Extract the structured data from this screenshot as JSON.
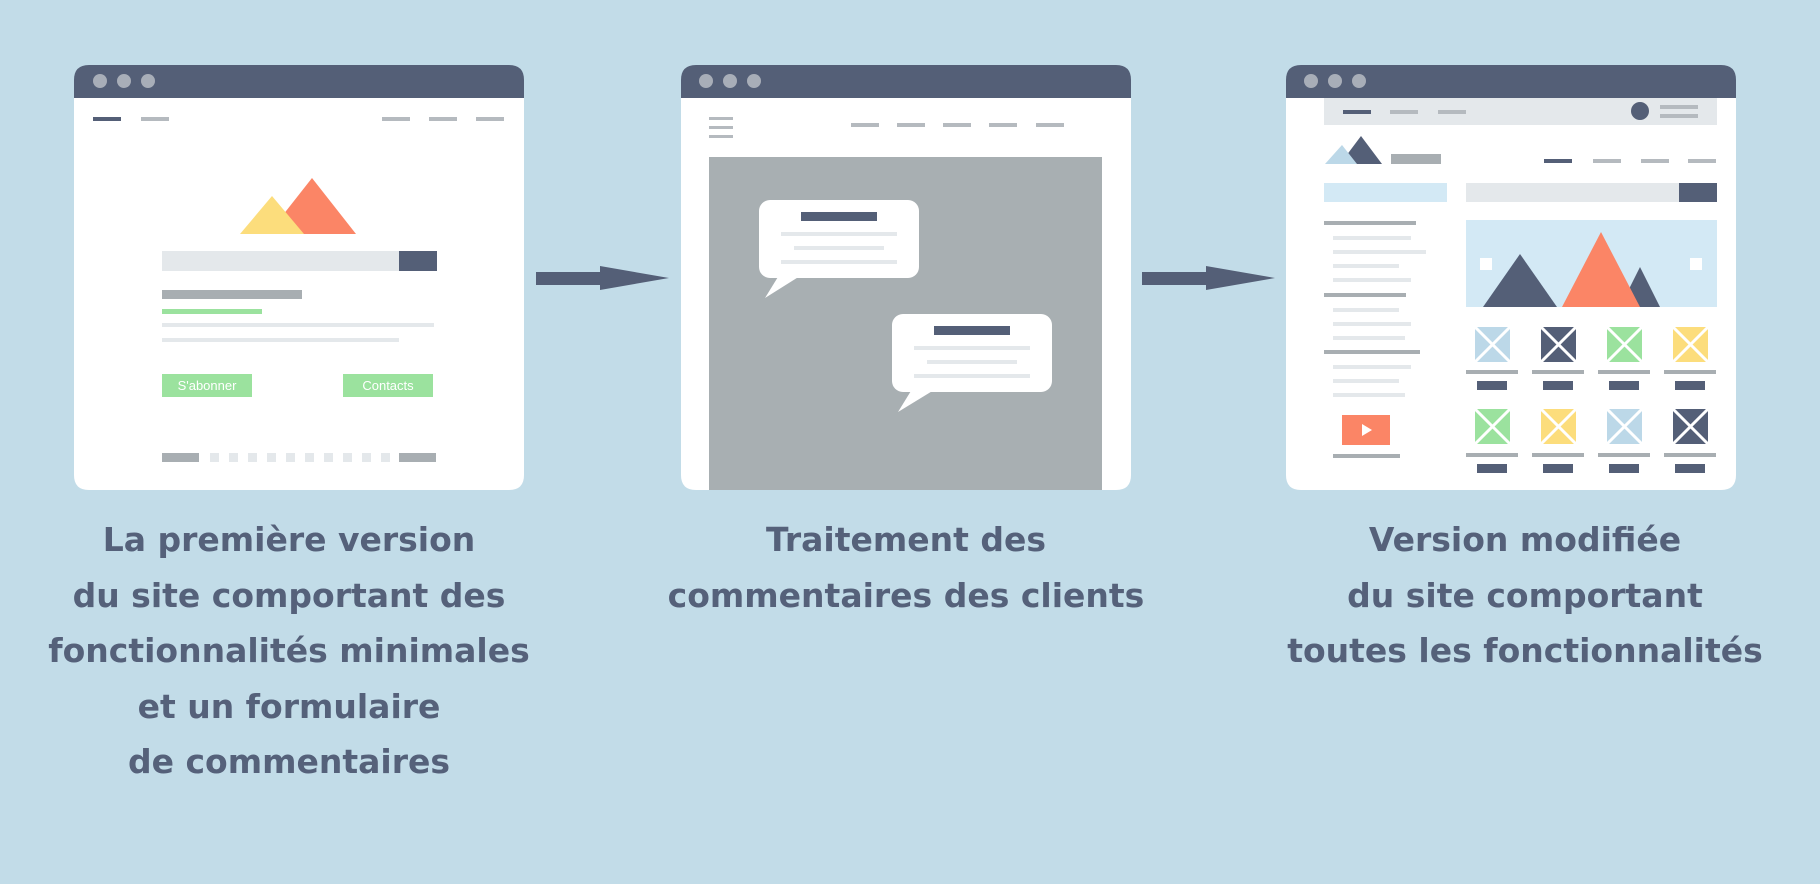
{
  "steps": [
    {
      "caption": [
        "La première version",
        "du site comportant des",
        "fonctionnalités minimales",
        "et un formulaire",
        "de commentaires"
      ],
      "subscribe_button": "S'abonner",
      "contacts_button": "Contacts"
    },
    {
      "caption": [
        "Traitement des",
        "commentaires des clients"
      ]
    },
    {
      "caption": [
        "Version modifiée",
        "du site comportant",
        "toutes les fonctionnalités"
      ]
    }
  ],
  "colors": {
    "background": "#c2dce8",
    "window_titlebar": "#545f77",
    "window_body": "#ffffff",
    "text": "#55617a",
    "accent_coral": "#fb8566",
    "accent_yellow": "#fcdd7c",
    "accent_green": "#9be29e",
    "accent_lightblue": "#d3e9f5",
    "placeholder_gray": "#a8aeb2"
  },
  "icons": [
    "window-dot-icon",
    "arrow-right-icon",
    "mountain-logo-icon",
    "speech-bubble-icon",
    "hamburger-menu-icon",
    "play-icon",
    "image-placeholder-icon",
    "user-avatar-icon"
  ]
}
